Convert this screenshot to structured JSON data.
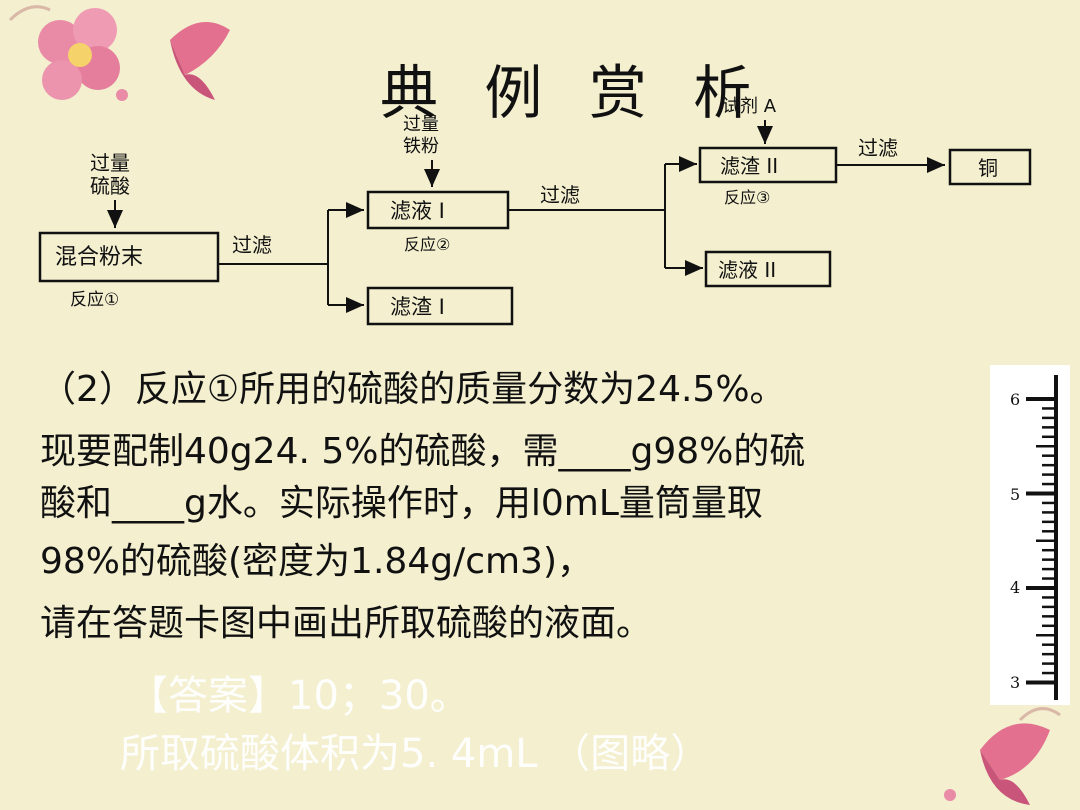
{
  "title": "典 例 赏 析",
  "flowchart": {
    "add_acid": "过量硫酸",
    "add_iron_line1": "过量",
    "add_iron_line2": "铁粉",
    "reagent_a": "试剂 A",
    "acid_line1": "过量",
    "acid_line2": "硫酸",
    "box_mixed_powder": "混合粉末",
    "reaction1": "反应①",
    "filter1": "过滤",
    "box_filtrate1": "滤液 I",
    "reaction2": "反应②",
    "box_residue1": "滤渣 I",
    "filter2": "过滤",
    "box_residue2": "滤渣 II",
    "reaction3": "反应③",
    "filter3": "过滤",
    "box_copper": "铜",
    "box_filtrate2": "滤液 II"
  },
  "question": {
    "line1": "（2）反应①所用的硫酸的质量分数为24.5%。",
    "line2": "现要配制40g24. 5%的硫酸，需____g98%的硫",
    "line3": "酸和____g水。实际操作时，用l0mL量筒量取",
    "line4": "98%的硫酸(密度为1.84g/cm3)，",
    "line5": "请在答题卡图中画出所取硫酸的液面。"
  },
  "answer": {
    "line1": "【答案】10；30。",
    "line2": "所取硫酸体积为5. 4mL    （图略）"
  },
  "cylinder": {
    "ticks": [
      "6",
      "5",
      "4",
      "3"
    ]
  }
}
